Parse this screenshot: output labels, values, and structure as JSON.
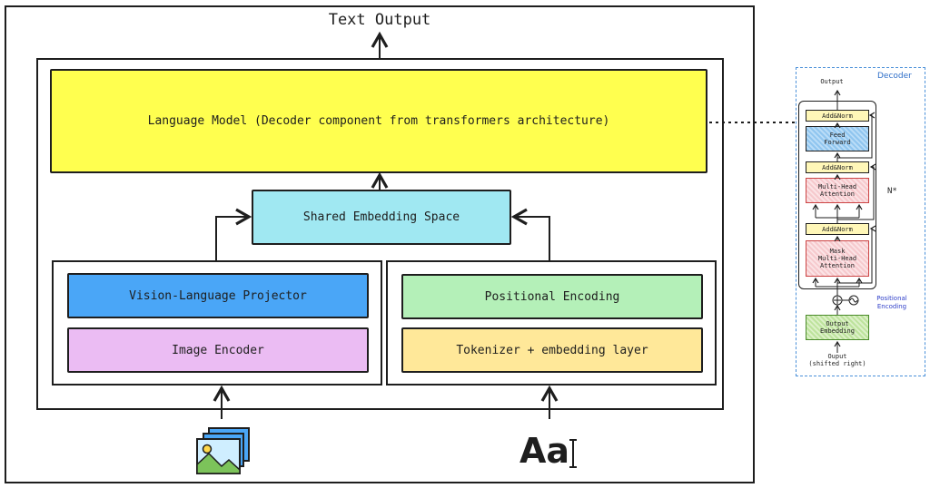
{
  "main": {
    "text_output": "Text Output",
    "language_model": "Language Model (Decoder component from transformers architecture)",
    "shared_embedding": "Shared Embedding Space",
    "vision_projector": "Vision-Language Projector",
    "image_encoder": "Image Encoder",
    "positional_encoding": "Positional Encoding",
    "tokenizer": "Tokenizer + embedding layer",
    "text_glyph": "Aa"
  },
  "decoder": {
    "title": "Decoder",
    "output": "Output",
    "add_norm": "Add&Norm",
    "feed_forward": "Feed\nForward",
    "multi_head": "Multi-Head\nAttention",
    "mask_multi_head": "Mask\nMulti-Head\nAttention",
    "n_label": "N*",
    "positional_encoding": "Positional\nEncoding",
    "output_embedding": "Output\nEmbedding",
    "input_label": "Ouput\n(shifted right)"
  },
  "colors": {
    "language_model": "#ffff4f",
    "shared_embedding": "#a0e8f2",
    "vision_projector": "#4aa6f7",
    "image_encoder": "#ebbcf3",
    "positional_encoding": "#b4f0b8",
    "tokenizer": "#ffe899",
    "decoder_border": "#4a90d9",
    "decoder_title": "#2f6fc9"
  }
}
